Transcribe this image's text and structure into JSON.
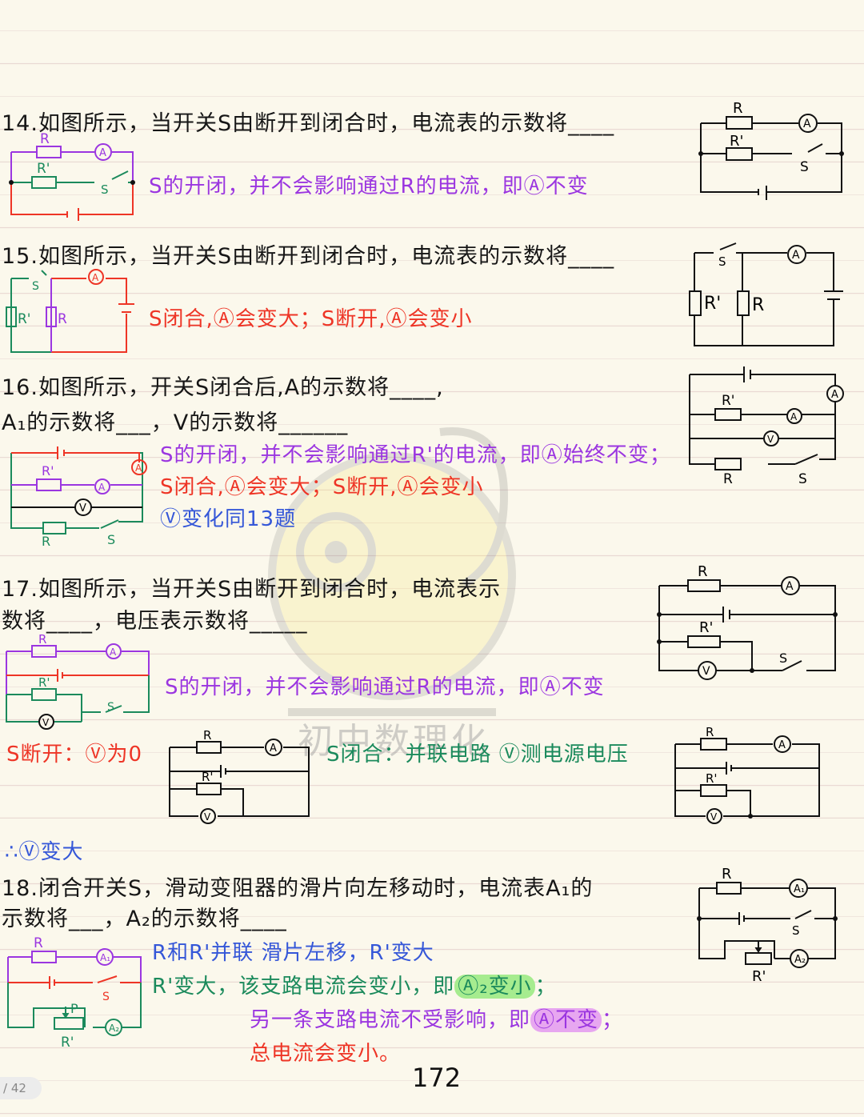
{
  "page_number": "172",
  "pager": "/ 42",
  "watermark": "初中数理化",
  "q14": {
    "question": "14.如图所示，当开关S由断开到闭合时，电流表的示数将____",
    "note": "S的开闭，并不会影响通过R的电流，即Ⓐ不变"
  },
  "q15": {
    "question": "15.如图所示，当开关S由断开到闭合时，电流表的示数将____",
    "note": "S闭合,Ⓐ会变大；S断开,Ⓐ会变小"
  },
  "q16": {
    "question_line1": "16.如图所示，开关S闭合后,A的示数将____,",
    "question_line2": "A₁的示数将___，V的示数将______",
    "note1": "S的开闭，并不会影响通过R'的电流，即Ⓐ始终不变；",
    "note2": "S闭合,Ⓐ会变大；S断开,Ⓐ会变小",
    "note3": "Ⓥ变化同13题"
  },
  "q17": {
    "question_line1": "17.如图所示，当开关S由断开到闭合时，电流表示",
    "question_line2": "数将____，电压表示数将_____",
    "note": "S的开闭，并不会影响通过R的电流，即Ⓐ不变",
    "open_note": "S断开：Ⓥ为0",
    "closed_note": "S闭合：并联电路 Ⓥ测电源电压",
    "conclusion": "∴Ⓥ变大"
  },
  "q18": {
    "question_line1": "18.闭合开关S，滑动变阻器的滑片向左移动时，电流表A₁的",
    "question_line2": "示数将___，A₂的示数将____",
    "note1": "R和R'并联  滑片左移，R'变大",
    "note2_pre": "R'变大，该支路电流会变小，即",
    "note2_hl": "Ⓐ₂变小",
    "note2_post": "；",
    "note3_pre": "另一条支路电流不受影响，即",
    "note3_hl": "Ⓐ不变",
    "note3_post": "；",
    "note4": "总电流会变小。"
  },
  "labels": {
    "R": "R",
    "Rp": "R'",
    "S": "S",
    "A": "A",
    "V": "V",
    "A1": "A₁",
    "A2": "A₂",
    "P": "P"
  },
  "colors": {
    "paper": "#fbf8ec",
    "rule": "#e9d9d3",
    "purple": "#9b36e0",
    "red": "#ee3526",
    "green": "#1b8a5c",
    "blue": "#3557d8",
    "highlight_green": "#a6ec8f",
    "highlight_purple": "#e7a7f0"
  }
}
